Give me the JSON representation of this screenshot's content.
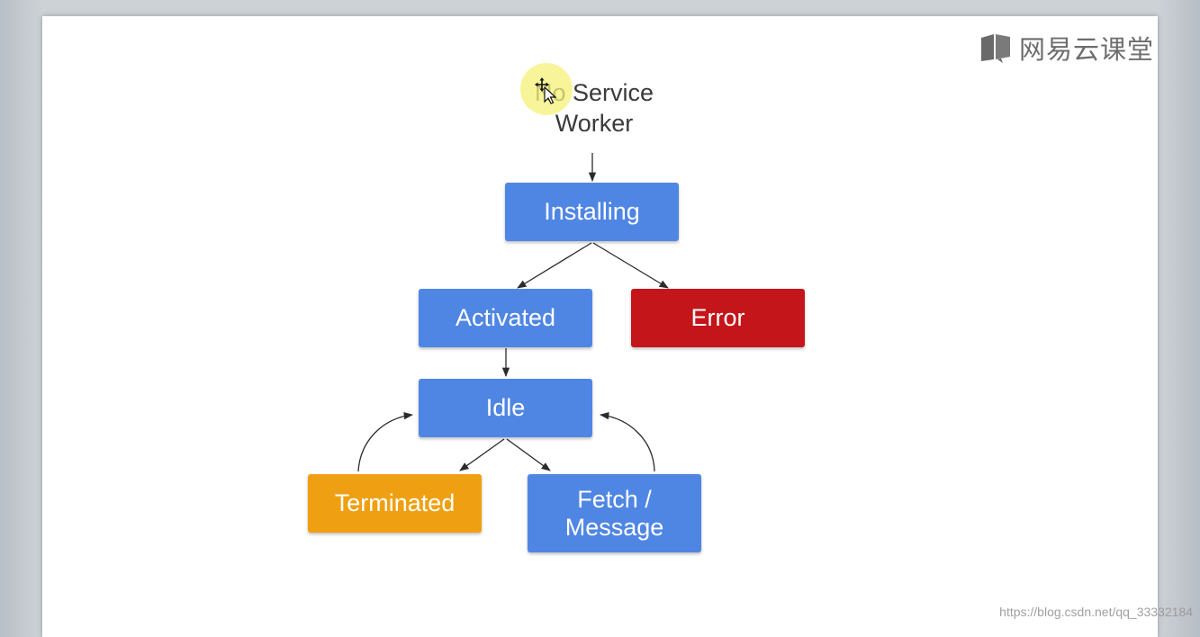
{
  "diagram": {
    "start": {
      "line1": "No Service",
      "line2": "Worker"
    },
    "nodes": {
      "installing": "Installing",
      "activated": "Activated",
      "error": "Error",
      "idle": "Idle",
      "terminated": "Terminated",
      "fetch_line1": "Fetch /",
      "fetch_line2": "Message"
    }
  },
  "branding": {
    "logo_text": "网易云课堂",
    "watermark": "https://blog.csdn.net/qq_33332184"
  },
  "colors": {
    "blue": "#4f86e3",
    "red": "#c4151a",
    "orange": "#efa012"
  },
  "icons": {
    "logo": "book-icon",
    "cursor": "move-cursor-icon"
  }
}
